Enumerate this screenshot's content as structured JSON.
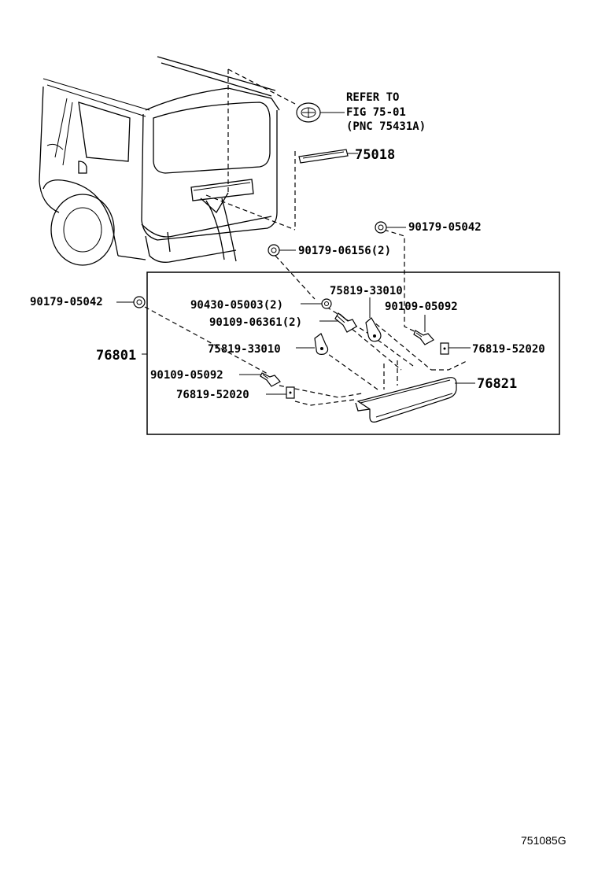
{
  "diagram": {
    "reference": {
      "line1": "REFER TO",
      "line2": "FIG 75-01",
      "line3": "(PNC 75431A)"
    },
    "labels": {
      "p75018": "75018",
      "p90179_05042_top": "90179-05042",
      "p90179_06156": "90179-06156(2)",
      "p90179_05042_left": "90179-05042",
      "p75819_33010_upper": "75819-33010",
      "p90430_05003": "90430-05003(2)",
      "p90109_05092_right": "90109-05092",
      "p90109_06361": "90109-06361(2)",
      "p76801": "76801",
      "p75819_33010_lower": "75819-33010",
      "p76819_52020_right": "76819-52020",
      "p90109_05092_left": "90109-05092",
      "p76821": "76821",
      "p76819_52020_left": "76819-52020"
    },
    "figure_code": "751085G"
  }
}
